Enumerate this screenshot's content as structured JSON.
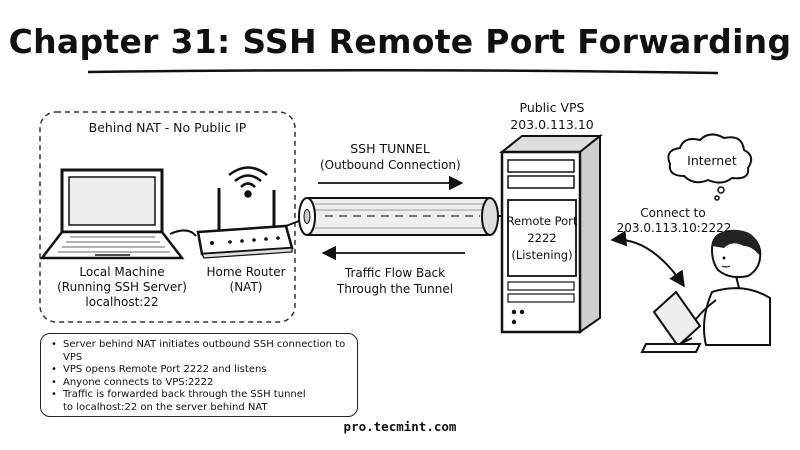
{
  "title": "Chapter 31: SSH Remote Port Forwarding",
  "nat_zone": {
    "label": "Behind NAT - No Public IP"
  },
  "local_machine": {
    "line1": "Local Machine",
    "line2": "(Running SSH Server)",
    "line3": "localhost:22"
  },
  "home_router": {
    "line1": "Home Router",
    "line2": "(NAT)"
  },
  "tunnel": {
    "label1": "SSH TUNNEL",
    "label2": "(Outbound Connection)"
  },
  "return_flow": {
    "line1": "Traffic Flow Back",
    "line2": "Through the Tunnel"
  },
  "vps": {
    "label1": "Public VPS",
    "label2": "203.0.113.10",
    "port_line1": "Remote Port",
    "port_line2": "2222",
    "port_line3": "(Listening)"
  },
  "internet": {
    "label": "Internet"
  },
  "client": {
    "line1": "Connect to",
    "line2": "203.0.113.10:2222"
  },
  "notes": [
    "Server behind NAT initiates outbound SSH connection to VPS",
    "VPS opens Remote Port 2222 and listens",
    "Anyone connects to VPS:2222",
    "Traffic is forwarded back through the SSH tunnel",
    "to localhost:22 on the server behind NAT"
  ],
  "footer": "pro.tecmint.com",
  "colors": {
    "ink": "#111111",
    "paper": "#ffffff",
    "shade": "#e6e6e6"
  }
}
